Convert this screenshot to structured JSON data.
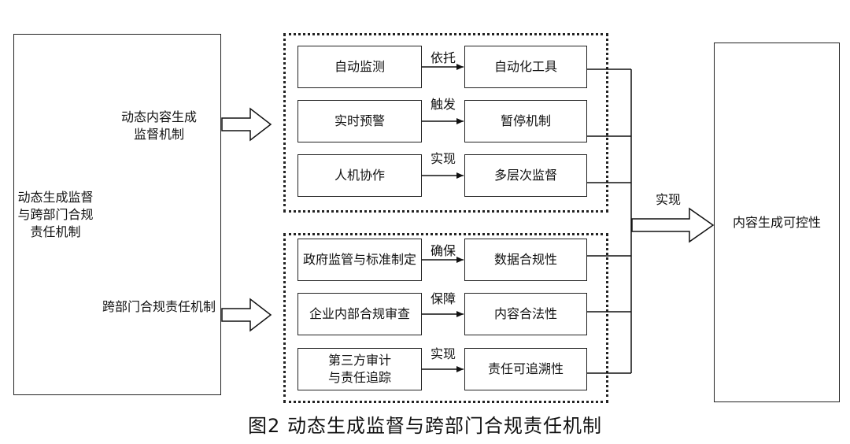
{
  "left_panel": {
    "main_label": "动态生成监督\n与跨部门合规\n责任机制",
    "top_label": "动态内容生成\n监督机制",
    "bottom_label": "跨部门合规责任机制"
  },
  "groups": [
    {
      "rows": [
        {
          "source": "自动监测",
          "relation": "依托",
          "target": "自动化工具"
        },
        {
          "source": "实时预警",
          "relation": "触发",
          "target": "暂停机制"
        },
        {
          "source": "人机协作",
          "relation": "实现",
          "target": "多层次监督"
        }
      ]
    },
    {
      "rows": [
        {
          "source": "政府监管与标准制定",
          "relation": "确保",
          "target": "数据合规性"
        },
        {
          "source": "企业内部合规审查",
          "relation": "保障",
          "target": "内容合法性"
        },
        {
          "source": "第三方审计\n与责任追踪",
          "relation": "实现",
          "target": "责任可追溯性"
        }
      ]
    }
  ],
  "outcome": {
    "relation": "实现",
    "label": "内容生成可控性"
  },
  "caption": "图2   动态生成监督与跨部门合规责任机制"
}
